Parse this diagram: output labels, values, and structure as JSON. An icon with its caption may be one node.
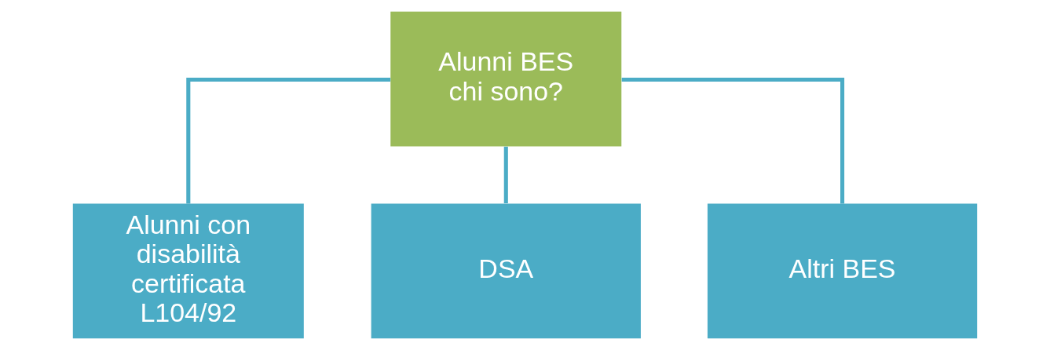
{
  "diagram": {
    "nodes": [
      {
        "text": [
          "Alunni BES chi sono?"
        ]
      },
      {
        "text": [
          "Alunni con disabilità certificata L104/92"
        ]
      },
      {
        "text": [
          "DSA"
        ]
      },
      {
        "text": [
          "Altri BES"
        ]
      }
    ],
    "edges": [
      {
        "from": 0,
        "to": 1,
        "arrow": "none"
      },
      {
        "from": 0,
        "to": 2,
        "arrow": "none"
      },
      {
        "from": 0,
        "to": 3,
        "arrow": "none"
      }
    ]
  }
}
